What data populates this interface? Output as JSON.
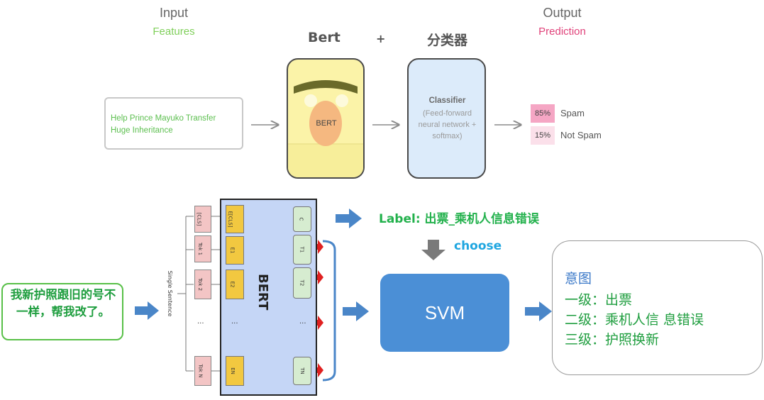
{
  "top": {
    "input_header": "Input",
    "input_sub": "Features",
    "output_header": "Output",
    "output_sub": "Prediction",
    "bert_title": "Bert",
    "plus": "+",
    "classifier_title_cn": "分类器",
    "input_text_line1": "Help Prince Mayuko Transfer",
    "input_text_line2": "Huge Inheritance",
    "bert_face_label": "BERT",
    "classifier_title": "Classifier",
    "classifier_desc_line1": "(Feed-forward",
    "classifier_desc_line2": "neural network +",
    "classifier_desc_line3": "softmax)",
    "predictions": [
      {
        "pct": "85%",
        "label": "Spam",
        "color": "#f5a6c4"
      },
      {
        "pct": "15%",
        "label": "Not Spam",
        "color": "#fbe0ea"
      }
    ]
  },
  "bottom": {
    "input_cn": "我新护照跟旧的号不一样，帮我改了。",
    "single_sentence": "Single Sentence",
    "bert_label": "BERT",
    "tokens": [
      "[CLS]",
      "Tok 1",
      "Tok 2",
      "...",
      "Tok N"
    ],
    "embeddings": [
      "E[CLS]",
      "E1",
      "E2",
      "...",
      "EN"
    ],
    "outputs": [
      "C",
      "T1",
      "T2",
      "...",
      "TN"
    ],
    "label_text": "Label: 出票_乘机人信息错误",
    "choose": "choose",
    "svm": "SVM",
    "result_title": "意图",
    "result_l1": "一级：出票",
    "result_l2": "二级：乘机人信 息错误",
    "result_l3": "三级：护照换新"
  },
  "colors": {
    "green": "#5cbf4f",
    "pink": "#e0427a",
    "arrow_blue": "#4a86c8",
    "choose_arrow": "#7a7a7a",
    "svm_blue": "#4b8fd6",
    "red_arrow": "#e02020"
  }
}
